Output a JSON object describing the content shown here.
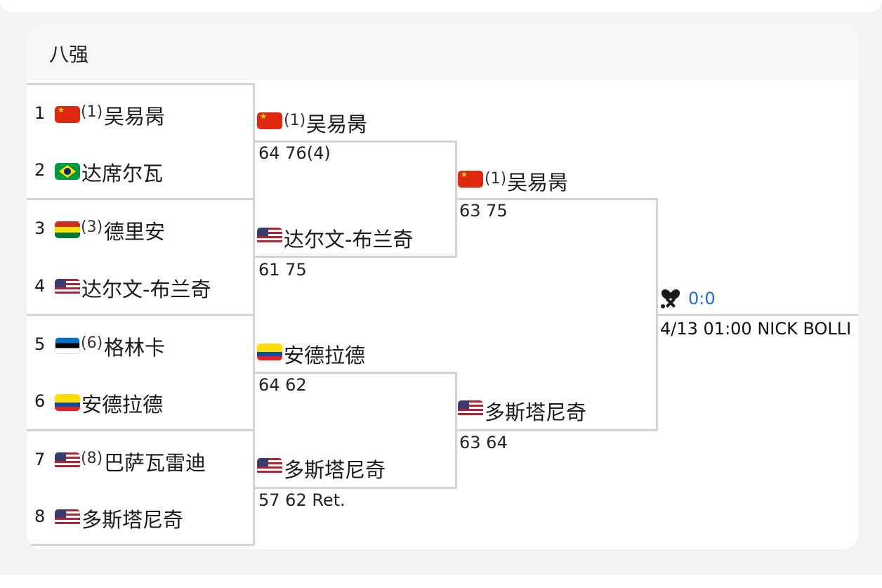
{
  "title": "八强",
  "round1": [
    {
      "seed": "1",
      "flag": "cn",
      "seed_tag": "(1)",
      "name": "吴易昺"
    },
    {
      "seed": "2",
      "flag": "br",
      "seed_tag": "",
      "name": "达席尔瓦"
    },
    {
      "seed": "3",
      "flag": "bo",
      "seed_tag": "(3)",
      "name": "德里安"
    },
    {
      "seed": "4",
      "flag": "us",
      "seed_tag": "",
      "name": "达尔文-布兰奇"
    },
    {
      "seed": "5",
      "flag": "ee",
      "seed_tag": "(6)",
      "name": "格林卡"
    },
    {
      "seed": "6",
      "flag": "ec",
      "seed_tag": "",
      "name": "安德拉德"
    },
    {
      "seed": "7",
      "flag": "us",
      "seed_tag": "(8)",
      "name": "巴萨瓦雷迪"
    },
    {
      "seed": "8",
      "flag": "us",
      "seed_tag": "",
      "name": "多斯塔尼奇"
    }
  ],
  "round2": [
    {
      "flag": "cn",
      "seed_tag": "(1)",
      "name": "吴易昺",
      "score": "64 76(4)"
    },
    {
      "flag": "us",
      "seed_tag": "",
      "name": "达尔文-布兰奇",
      "score": "61 75"
    },
    {
      "flag": "ec",
      "seed_tag": "",
      "name": "安德拉德",
      "score": "64 62"
    },
    {
      "flag": "us",
      "seed_tag": "",
      "name": "多斯塔尼奇",
      "score": "57 62 Ret."
    }
  ],
  "round3": [
    {
      "flag": "cn",
      "seed_tag": "(1)",
      "name": "吴易昺",
      "score": "63 75"
    },
    {
      "flag": "us",
      "seed_tag": "",
      "name": "多斯塔尼奇",
      "score": "63 64"
    }
  ],
  "final": {
    "icon": "tennis-rackets-icon",
    "live_score": "0:0",
    "schedule": "4/13 01:00 NICK BOLLI"
  },
  "colors": {
    "accent": "#1a6fd1",
    "line": "#d4d4d4"
  }
}
